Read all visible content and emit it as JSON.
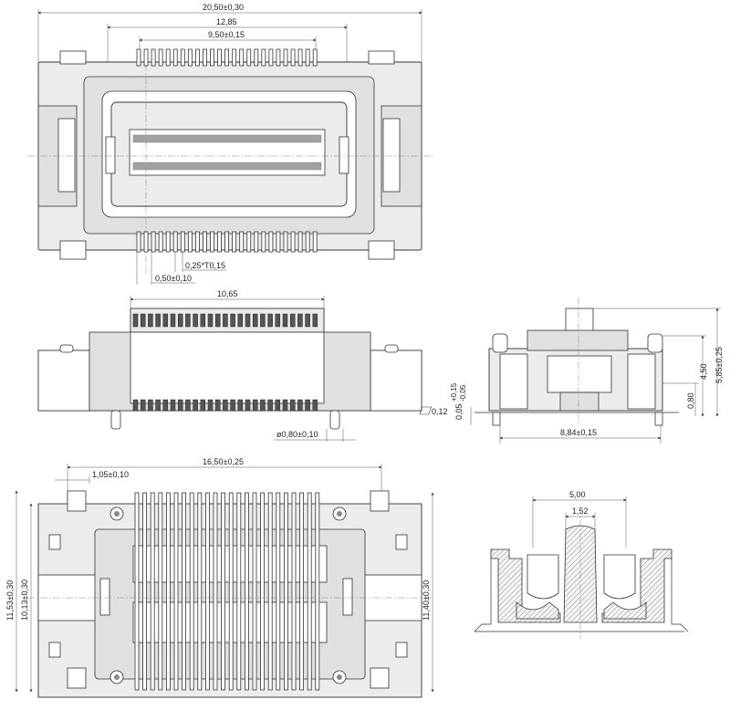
{
  "drawing": {
    "top_view": {
      "dims": {
        "overall_width": "20,50±0,30",
        "inner_width": "12,85",
        "pin_span": "9,50±0,15",
        "pitch_tolerance": "0,25*T0,15",
        "pitch": "0,50±0,10"
      }
    },
    "front_view": {
      "dims": {
        "body_length": "10,65",
        "post_diameter": "ø0,80±0,10",
        "coplanarity": "0,12"
      }
    },
    "side_view": {
      "dims": {
        "standoff": "0,05+0,15 -0,05",
        "standoff_plus": "+0,15",
        "standoff_minus": "-0,05",
        "standoff_base": "0,05",
        "lead_height": "0,80",
        "body_height": "4,50",
        "total_height": "5,85±0,25",
        "footprint_width": "8,84±0,15"
      }
    },
    "bottom_view": {
      "dims": {
        "hole_offset": "1,05±0,10",
        "hole_span": "16,50±0,25",
        "outer_height": "11,53±0,30",
        "inner_height": "10,13±0,30",
        "right_height": "11,40±0,30"
      }
    },
    "section_view": {
      "dims": {
        "outer_span": "5,00",
        "post_width": "1,52"
      }
    }
  }
}
